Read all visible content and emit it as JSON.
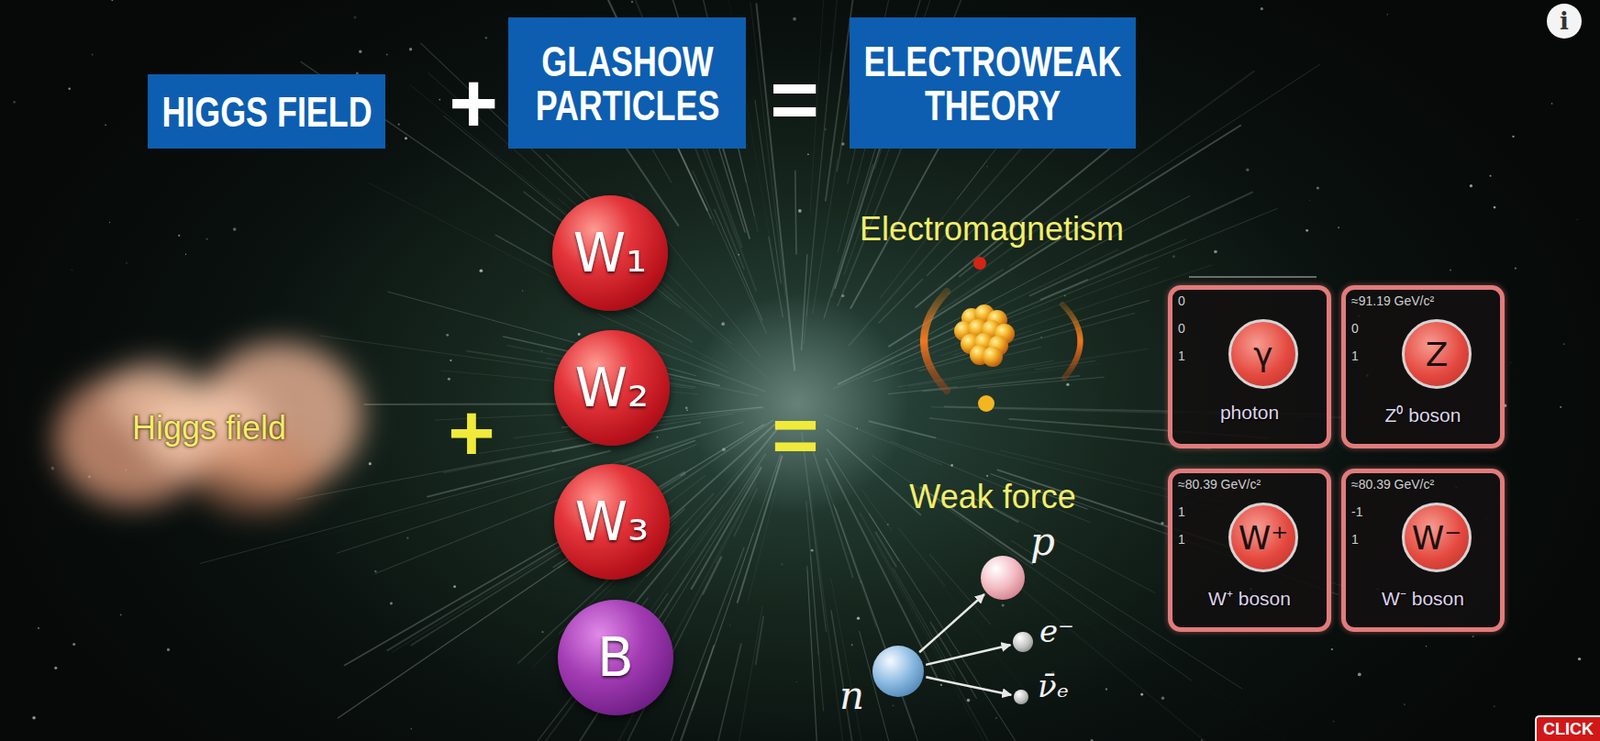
{
  "diagram": {
    "nodes": [
      {
        "text": [
          "HIGGS FIELD"
        ]
      },
      {
        "text": [
          "GLASHOW PARTICLES"
        ]
      },
      {
        "text": [
          "ELECTROWEAK THEORY"
        ]
      },
      {
        "text": [
          "Higgs field"
        ]
      },
      {
        "text": [
          "W₁"
        ]
      },
      {
        "text": [
          "W₂"
        ]
      },
      {
        "text": [
          "W₃"
        ]
      },
      {
        "text": [
          "B"
        ]
      },
      {
        "text": [
          "n"
        ]
      },
      {
        "text": [
          "p"
        ]
      },
      {
        "text": [
          "e⁻"
        ]
      },
      {
        "text": [
          "ν̄ₑ"
        ]
      },
      {
        "text": [
          "0",
          "0",
          "1",
          "photon"
        ]
      },
      {
        "text": [
          "γ"
        ],
        "in": 12
      },
      {
        "text": [
          "≈91.19 GeV/c²",
          "0",
          "1",
          "Z⁰ boson"
        ]
      },
      {
        "text": [
          "Z"
        ],
        "in": 14
      },
      {
        "text": [
          "≈80.39 GeV/c²",
          "1",
          "1",
          "W⁺ boson"
        ]
      },
      {
        "text": [
          "W⁺"
        ],
        "in": 16
      },
      {
        "text": [
          "≈80.39 GeV/c²",
          "-1",
          "1",
          "W⁻ boson"
        ]
      },
      {
        "text": [
          "W⁻"
        ],
        "in": 18
      }
    ],
    "edges": [
      {
        "from": 8,
        "to": 9,
        "arrow": "to"
      },
      {
        "from": 8,
        "to": 10,
        "arrow": "to"
      },
      {
        "from": 8,
        "to": 11,
        "arrow": "to"
      }
    ],
    "labels": [
      "+",
      "=",
      "+",
      "=",
      "Electromagnetism",
      "Weak force",
      "i",
      "CLICK"
    ]
  }
}
